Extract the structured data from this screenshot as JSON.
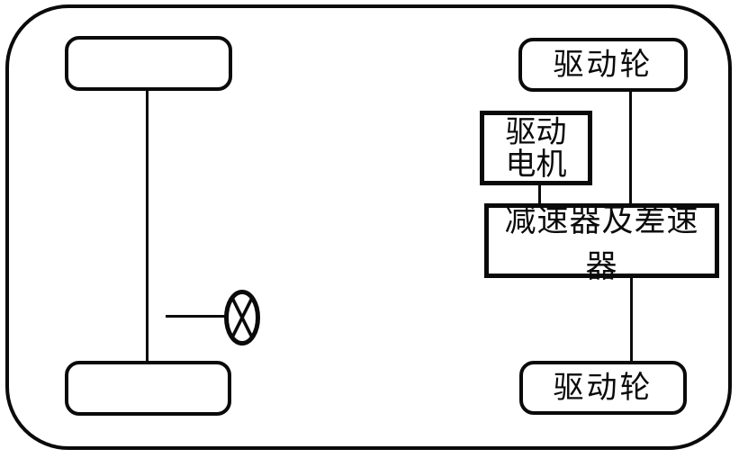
{
  "diagram": {
    "type": "ev-drivetrain-layout-schematic",
    "background_color": "#ffffff",
    "line_color": "#0a0a0a",
    "nodes": {
      "top_drive_wheel": {
        "label": "驱动轮",
        "shape": "rounded-rect"
      },
      "bottom_drive_wheel": {
        "label": "驱动轮",
        "shape": "rounded-rect"
      },
      "drive_motor": {
        "label_line1": "驱动",
        "label_line2": "电机",
        "shape": "rect"
      },
      "reducer_differential": {
        "label": "减速器及差速器",
        "shape": "rect"
      },
      "front_left_wheel": {
        "label": "",
        "shape": "rounded-rect"
      },
      "rear_left_wheel": {
        "label": "",
        "shape": "rounded-rect"
      }
    },
    "icons": {
      "steering_wheel": "ellipse-with-x"
    },
    "connections": [
      "front_left_wheel - axle - rear_left_wheel",
      "steering_wheel - steering_column - axle_area",
      "top_drive_wheel - halfshaft - reducer_differential",
      "drive_motor - shaft - reducer_differential",
      "reducer_differential - halfshaft - bottom_drive_wheel"
    ]
  }
}
